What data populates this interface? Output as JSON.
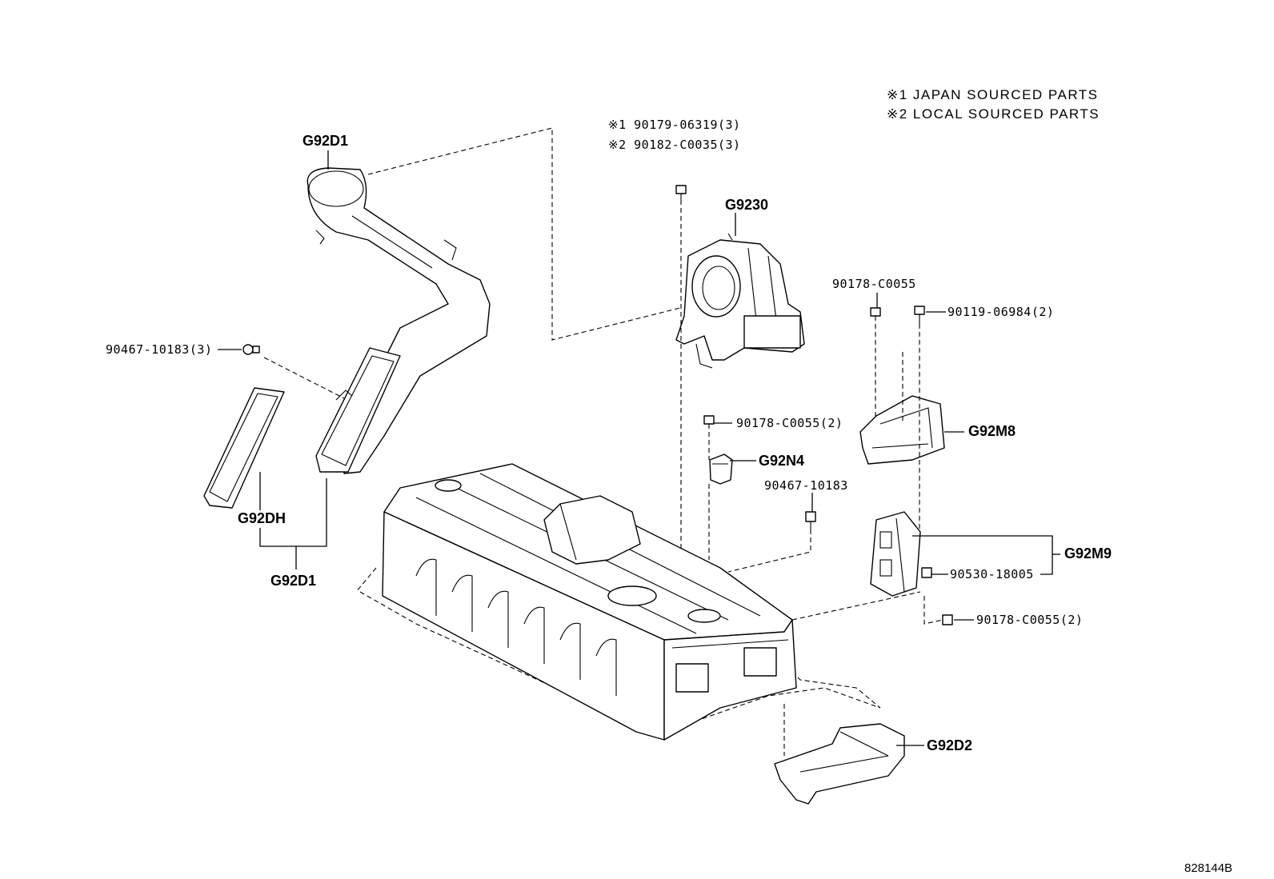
{
  "legend": {
    "line1": "※1 JAPAN SOURCED PARTS",
    "line2": "※2 LOCAL SOURCED PARTS"
  },
  "parts": {
    "g92d1_top": "G92D1",
    "g92d1_bottom": "G92D1",
    "g92dh": "G92DH",
    "g9230": "G9230",
    "g92m8": "G92M8",
    "g92n4": "G92N4",
    "g92m9": "G92M9",
    "g92d2": "G92D2"
  },
  "fasteners": {
    "f_90179": "※1 90179-06319(3)",
    "f_90182": "※2 90182-C0035(3)",
    "f_90467_3": "90467-10183(3)",
    "f_90178_a": "90178-C0055",
    "f_90119": "90119-06984(2)",
    "f_90178_b": "90178-C0055(2)",
    "f_90467": "90467-10183",
    "f_90530": "90530-18005",
    "f_90178_c": "90178-C0055(2)"
  },
  "diagram_ref": "828144B"
}
